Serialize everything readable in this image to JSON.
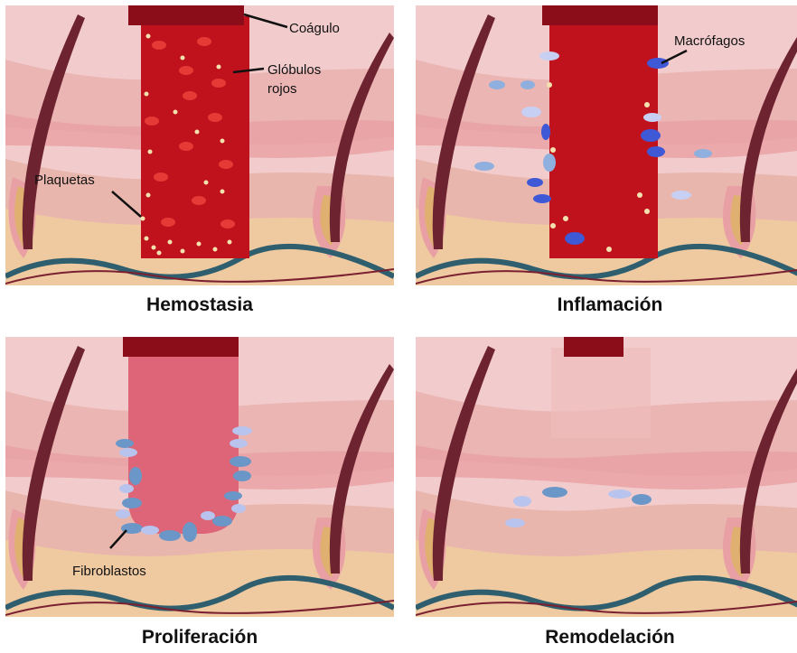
{
  "panels": [
    {
      "title": "Hemostasia",
      "labels": {
        "clot": "Coágulo",
        "rbc_line1": "Glóbulos",
        "rbc_line2": "rojos",
        "platelets": "Plaquetas"
      }
    },
    {
      "title": "Inflamación",
      "labels": {
        "macrophages": "Macrófagos"
      }
    },
    {
      "title": "Proliferación",
      "labels": {
        "fibroblasts": "Fibroblastos"
      }
    },
    {
      "title": "Remodelación",
      "labels": {}
    }
  ],
  "colors": {
    "skin_top": "#f2cccc",
    "skin_mid": "#eab5b3",
    "skin_band": "#e8a0a4",
    "fat": "#efc9a0",
    "wound_blood": "#c0121d",
    "wound_granulation": "#dd6577",
    "clot": "#8b0d1a",
    "vessel": "#2f5f6e",
    "hair": "#6e2330",
    "follicle": "#e0b070",
    "macrophage": "#3e58d6",
    "fibroblast": "#6b97c8",
    "fibroblast_light": "#b8c4ee"
  }
}
